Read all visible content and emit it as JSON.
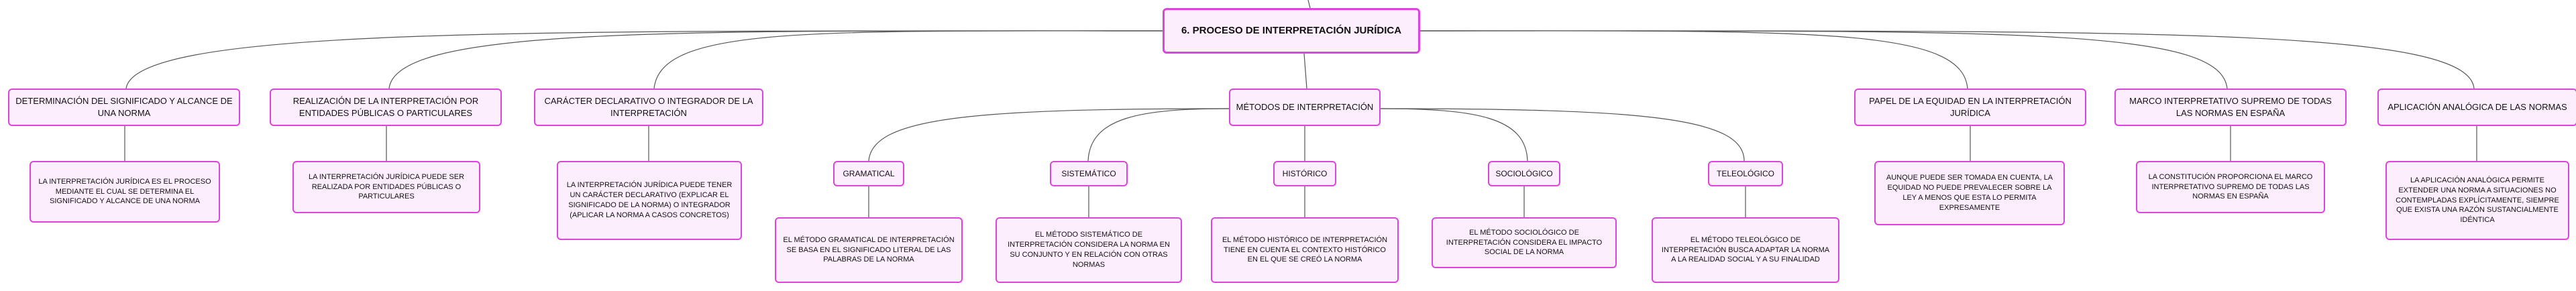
{
  "root": "6. PROCESO DE INTERPRETACIÓN JURÍDICA",
  "branches": [
    {
      "title": "DETERMINACIÓN DEL SIGNIFICADO Y ALCANCE DE UNA NORMA",
      "detail": "LA INTERPRETACIÓN JURÍDICA ES EL PROCESO MEDIANTE EL CUAL SE DETERMINA EL SIGNIFICADO Y ALCANCE DE UNA NORMA"
    },
    {
      "title": "REALIZACIÓN DE LA INTERPRETACIÓN POR ENTIDADES PÚBLICAS O PARTICULARES",
      "detail": "LA INTERPRETACIÓN JURÍDICA PUEDE SER REALIZADA POR ENTIDADES PÚBLICAS O PARTICULARES"
    },
    {
      "title": "CARÁCTER DECLARATIVO O INTEGRADOR DE LA INTERPRETACIÓN",
      "detail": "LA INTERPRETACIÓN JURÍDICA PUEDE TENER UN CARÁCTER DECLARATIVO (EXPLICAR EL SIGNIFICADO DE LA NORMA) O INTEGRADOR (APLICAR LA NORMA A CASOS CONCRETOS)"
    },
    {
      "title": "MÉTODOS DE INTERPRETACIÓN",
      "methods": [
        {
          "name": "GRAMATICAL",
          "detail": "EL MÉTODO GRAMATICAL DE INTERPRETACIÓN SE BASA EN EL SIGNIFICADO LITERAL DE LAS PALABRAS DE LA NORMA"
        },
        {
          "name": "SISTEMÁTICO",
          "detail": "EL MÉTODO SISTEMÁTICO DE INTERPRETACIÓN CONSIDERA LA NORMA EN SU CONJUNTO Y EN RELACIÓN CON OTRAS NORMAS"
        },
        {
          "name": "HISTÓRICO",
          "detail": "EL MÉTODO HISTÓRICO DE INTERPRETACIÓN TIENE EN CUENTA EL CONTEXTO HISTÓRICO EN EL QUE SE CREÓ LA NORMA"
        },
        {
          "name": "SOCIOLÓGICO",
          "detail": "EL MÉTODO SOCIOLÓGICO DE INTERPRETACIÓN CONSIDERA EL IMPACTO SOCIAL DE LA NORMA"
        },
        {
          "name": "TELEOLÓGICO",
          "detail": "EL MÉTODO TELEOLÓGICO DE INTERPRETACIÓN BUSCA ADAPTAR LA NORMA A LA REALIDAD SOCIAL Y A SU FINALIDAD"
        }
      ]
    },
    {
      "title": "PAPEL DE LA EQUIDAD EN LA INTERPRETACIÓN JURÍDICA",
      "detail": "AUNQUE PUEDE SER TOMADA EN CUENTA, LA EQUIDAD NO PUEDE PREVALECER SOBRE LA LEY A MENOS QUE ESTA LO PERMITA EXPRESAMENTE"
    },
    {
      "title": "MARCO INTERPRETATIVO SUPREMO DE TODAS LAS NORMAS EN ESPAÑA",
      "detail": "LA CONSTITUCIÓN PROPORCIONA EL MARCO INTERPRETATIVO SUPREMO DE TODAS LAS NORMAS EN ESPAÑA"
    },
    {
      "title": "APLICACIÓN ANALÓGICA DE LAS NORMAS",
      "detail": "LA APLICACIÓN ANALÓGICA PERMITE EXTENDER UNA NORMA A SITUACIONES NO CONTEMPLADAS EXPLÍCITAMENTE, SIEMPRE QUE EXISTA UNA RAZÓN SUSTANCIALMENTE IDÉNTICA"
    }
  ],
  "colors": {
    "border": "#dd44dd",
    "fill": "#fdeefd",
    "line": "#555555"
  }
}
